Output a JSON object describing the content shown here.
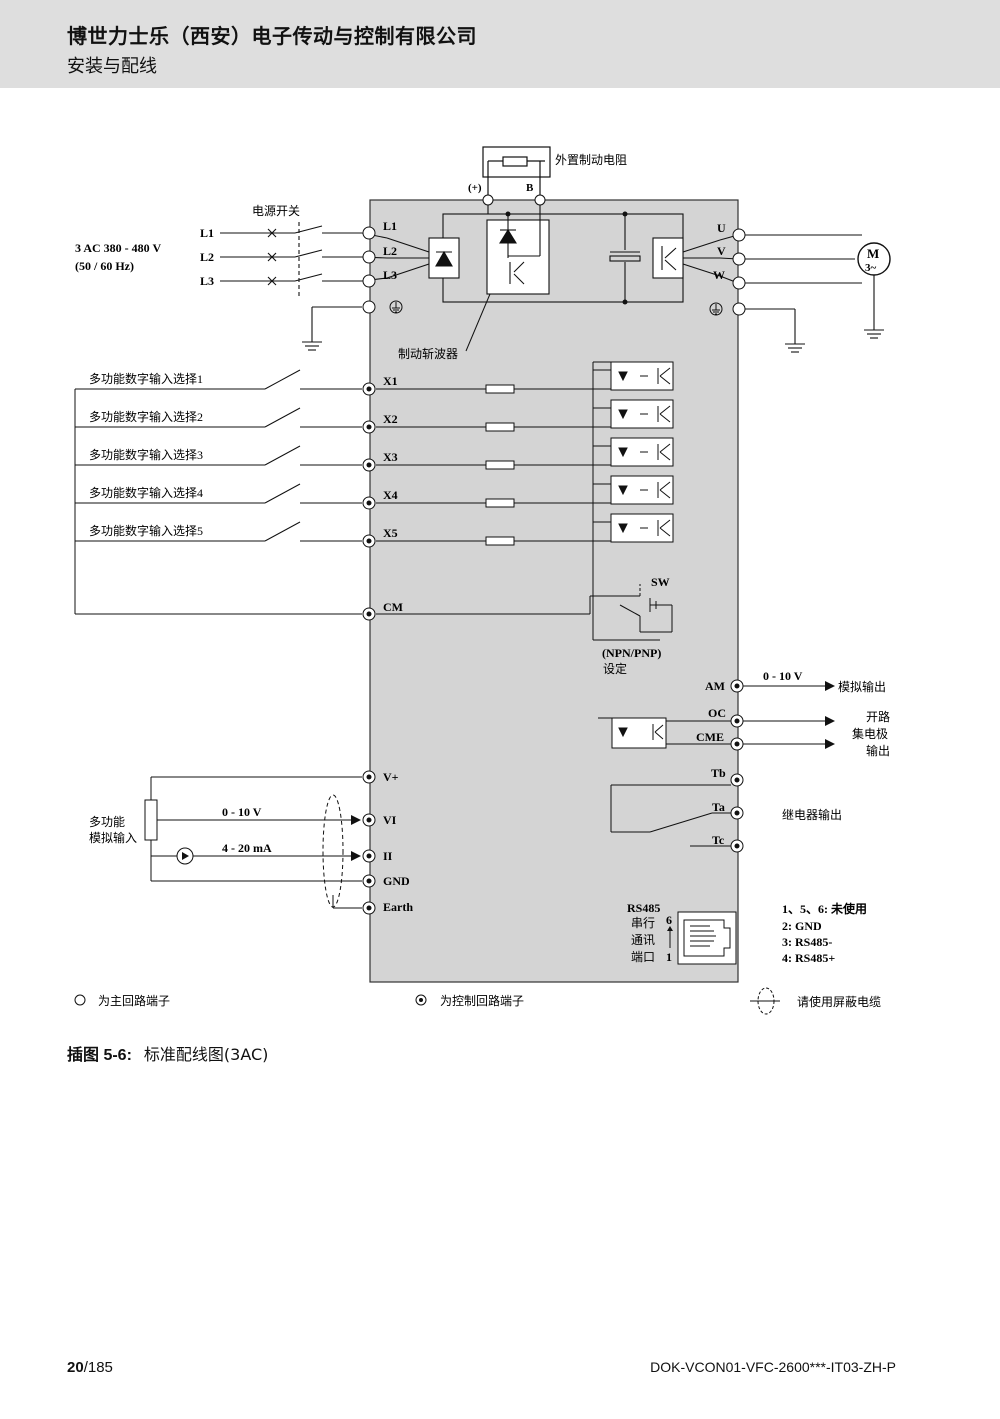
{
  "header": {
    "company": "博世力士乐（西安）电子传动与控制有限公司",
    "section": "安装与配线"
  },
  "diagram": {
    "brake_resistor": "外置制动电阻",
    "plus_terminal": "(+)",
    "b_terminal": "B",
    "power_switch": "电源开关",
    "supply_voltage": "3 AC 380 - 480 V",
    "supply_freq": "(50 / 60 Hz)",
    "lines": [
      "L1",
      "L2",
      "L3"
    ],
    "outputs": [
      "U",
      "V",
      "W"
    ],
    "motor_m": "M",
    "motor_phase": "3~",
    "chopper": "制动斩波器",
    "di_labels": [
      "多功能数字输入选择1",
      "多功能数字输入选择2",
      "多功能数字输入选择3",
      "多功能数字输入选择4",
      "多功能数字输入选择5"
    ],
    "di_terminals": [
      "X1",
      "X2",
      "X3",
      "X4",
      "X5"
    ],
    "cm": "CM",
    "sw": "SW",
    "npn_pnp": "(NPN/PNP)",
    "setting": "设定",
    "am": "AM",
    "am_range": "0 - 10 V",
    "analog_out": "模拟输出",
    "oc": "OC",
    "cme": "CME",
    "oc_label_1": "开路",
    "oc_label_2": "集电极",
    "oc_label_3": "输出",
    "relay_terminals": [
      "Tb",
      "Ta",
      "Tc"
    ],
    "relay_out": "继电器输出",
    "ai_terminals": [
      "V+",
      "VI",
      "II",
      "GND",
      "Earth"
    ],
    "ai_label_1": "多功能",
    "ai_label_2": "模拟输入",
    "vi_range": "0 - 10 V",
    "ii_range": "4 - 20 mA",
    "rs485": "RS485",
    "rs485_l1": "串行",
    "rs485_l2": "通讯",
    "rs485_l3": "端口",
    "rs485_pin6": "6",
    "rs485_pin1": "1",
    "pins": [
      "1、5、6: 未使用",
      "2: GND",
      "3: RS485-",
      "4: RS485+"
    ],
    "legend_main": "为主回路端子",
    "legend_control": "为控制回路端子",
    "legend_shield": "请使用屏蔽电缆"
  },
  "caption": {
    "number": "插图 5-6:",
    "title": "标准配线图(3AC)"
  },
  "footer": {
    "page_current": "20",
    "page_total": "/185",
    "doc_id": "DOK-VCON01-VFC-2600***-IT03-ZH-P"
  },
  "colors": {
    "header_bg": "#dedede",
    "drive_body": "#d4d4d4"
  }
}
